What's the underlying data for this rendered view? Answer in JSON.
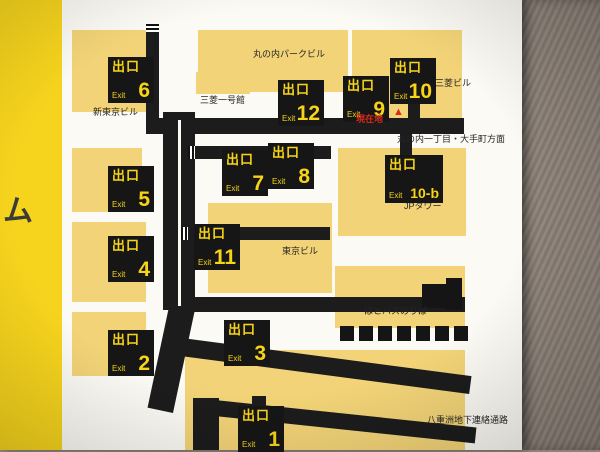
{
  "photo": {
    "side_text": "ム"
  },
  "map": {
    "exits": [
      {
        "jp": "出口",
        "en": "Exit",
        "num": "6"
      },
      {
        "jp": "出口",
        "en": "Exit",
        "num": "12"
      },
      {
        "jp": "出口",
        "en": "Exit",
        "num": "9"
      },
      {
        "jp": "出口",
        "en": "Exit",
        "num": "10"
      },
      {
        "jp": "出口",
        "en": "Exit",
        "num": "5"
      },
      {
        "jp": "出口",
        "en": "Exit",
        "num": "7"
      },
      {
        "jp": "出口",
        "en": "Exit",
        "num": "8"
      },
      {
        "jp": "出口",
        "en": "Exit",
        "num": "10-b"
      },
      {
        "jp": "出口",
        "en": "Exit",
        "num": "11"
      },
      {
        "jp": "出口",
        "en": "Exit",
        "num": "4"
      },
      {
        "jp": "出口",
        "en": "Exit",
        "num": "3"
      },
      {
        "jp": "出口",
        "en": "Exit",
        "num": "2"
      },
      {
        "jp": "出口",
        "en": "Exit",
        "num": "1"
      }
    ],
    "labels": {
      "park_building": "丸の内パークビル",
      "ichigokan": "三菱一号館",
      "shin_tokyo_building": "新東京ビル",
      "mitsubishi_building": "三菱ビル",
      "jp_tower": "JPタワー",
      "tokyo_building": "東京ビル",
      "hato_bus_stop": "はとバスのりば",
      "direction_sign": "丸の内一丁目・大手町方面",
      "yaesu_passage": "八重洲地下連絡通路"
    },
    "you_are_here": {
      "text": "現在地",
      "marker": "▲"
    }
  },
  "colors": {
    "band_yellow": "#f6d41d",
    "building_yellow": "#f2d377",
    "road_black": "#1c1c1c",
    "exit_text_yellow": "#f7d417",
    "you_are_here_red": "#d92b1c",
    "wall_gray": "#8d8278",
    "paper_white": "#fbfaf4"
  }
}
